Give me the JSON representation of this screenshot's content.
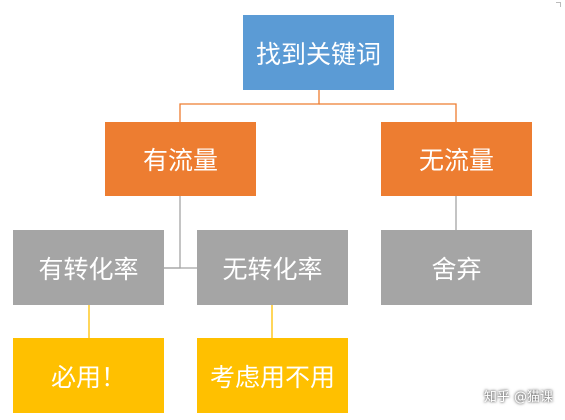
{
  "nodes": {
    "root": {
      "label": "找到关键词",
      "color": "#5b9bd5"
    },
    "has_traffic": {
      "label": "有流量",
      "color": "#ed7d31"
    },
    "no_traffic": {
      "label": "无流量",
      "color": "#ed7d31"
    },
    "has_conversion": {
      "label": "有转化率",
      "color": "#a5a5a5"
    },
    "no_conversion": {
      "label": "无转化率",
      "color": "#a5a5a5"
    },
    "abandon": {
      "label": "舍弃",
      "color": "#a5a5a5"
    },
    "must_use": {
      "label": "必用！",
      "color": "#ffc000"
    },
    "consider": {
      "label": "考虑用不用",
      "color": "#ffc000"
    }
  },
  "connector_colors": {
    "upper": "#ed7d31",
    "middle": "#a5a5a5",
    "lower": "#ffc000"
  },
  "watermark": "知乎 @猫课"
}
